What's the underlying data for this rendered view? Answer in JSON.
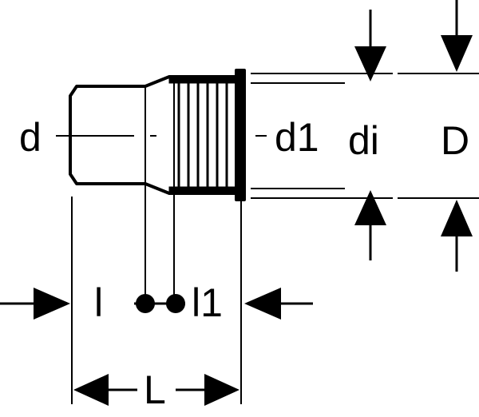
{
  "labels": {
    "d": "d",
    "d1": "d1",
    "di": "di",
    "D": "D",
    "l": "l",
    "l1": "l1",
    "L": "L"
  }
}
